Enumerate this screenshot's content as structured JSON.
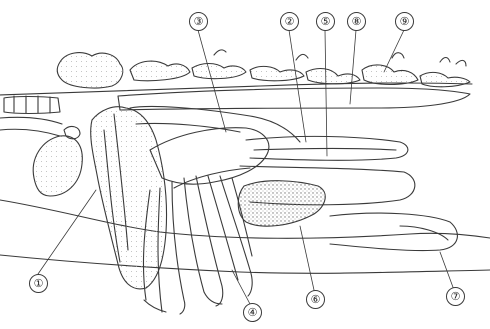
{
  "labels": [
    {
      "id": "1",
      "text": "①"
    },
    {
      "id": "2",
      "text": "②"
    },
    {
      "id": "3",
      "text": "③"
    },
    {
      "id": "4",
      "text": "④"
    },
    {
      "id": "5",
      "text": "⑤"
    },
    {
      "id": "6",
      "text": "⑥"
    },
    {
      "id": "7",
      "text": "⑦"
    },
    {
      "id": "8",
      "text": "⑧"
    },
    {
      "id": "9",
      "text": "⑨"
    }
  ],
  "colors": {
    "ink": "#3a3a3a",
    "stipple": "#8a8a8a",
    "background": "#ffffff"
  }
}
